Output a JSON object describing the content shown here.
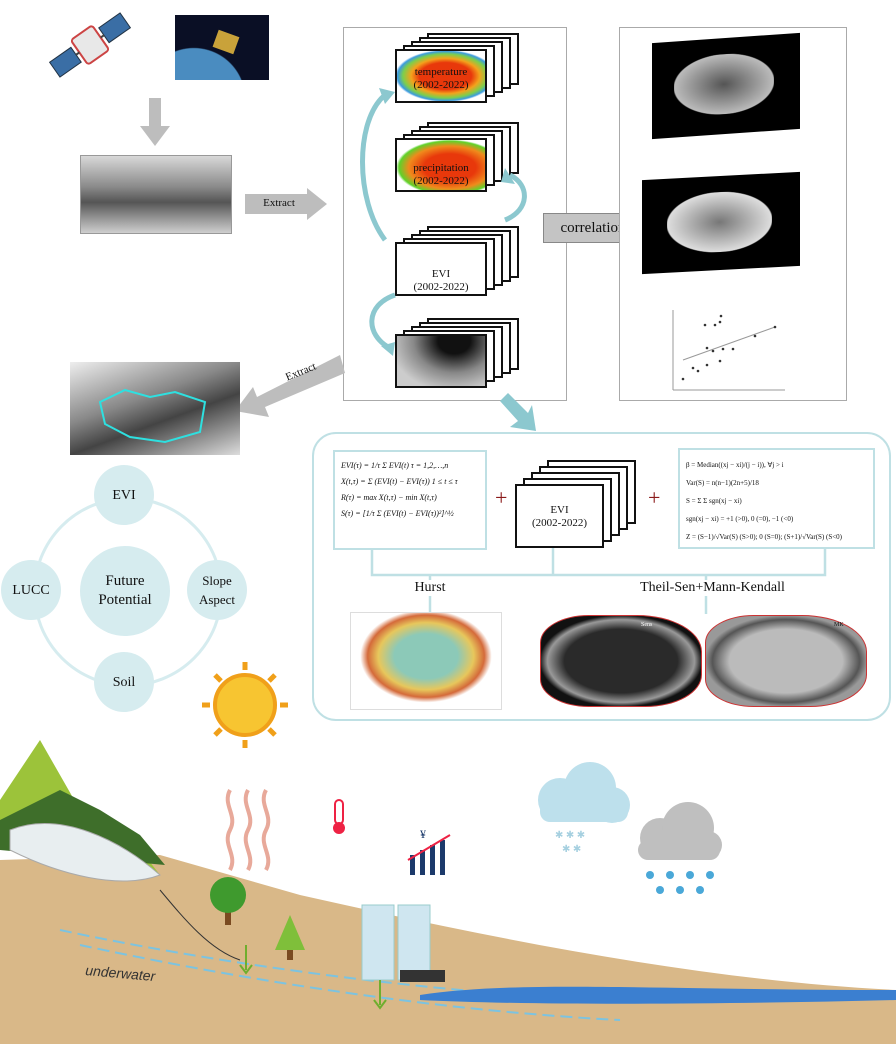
{
  "data_stack": {
    "temperature": {
      "name": "temperature",
      "years": "(2002-2022)"
    },
    "precipitation": {
      "name": "precipitation",
      "years": "(2002-2022)"
    },
    "evi": {
      "name": "EVI",
      "years": "(2002-2022)"
    }
  },
  "arrows": {
    "extract_top": "Extract",
    "extract_left": "Extract"
  },
  "correlation_label": "correlation",
  "factors": {
    "center": "Future Potential",
    "top": "EVI",
    "left": "LUCC",
    "right": "Slope Aspect",
    "bottom": "Soil"
  },
  "methods": {
    "evi_stack": {
      "name": "EVI",
      "years": "(2002-2022)"
    },
    "hurst_label": "Hurst",
    "trend_label": "Theil-Sen+Mann-Kendall",
    "sens_map_label": "Sens",
    "mk_map_label": "MK",
    "hurst_formulas": [
      "EVI(τ) = 1/τ Σ EVI(t)     τ = 1,2,…,n",
      "X(t,τ) = Σ (EVI(t) − EVI(τ))     1 ≤ t ≤ τ",
      "R(τ) = max X(t,τ) − min X(t,τ)",
      "S(τ) = [1/τ Σ (EVI(t) − EVI(τ))²]^½"
    ],
    "mk_formulas": [
      "β = Median((xj − xi)/(j − i)), ∀j > i",
      "Var(S) = n(n−1)(2n+5)/18",
      "S = Σ Σ sgn(xj − xi)",
      "sgn(xj − xi) = +1 (>0), 0 (=0), −1 (<0)",
      "Z = (S−1)/√Var(S) (S>0); 0 (S=0); (S+1)/√Var(S) (S<0)"
    ]
  },
  "landscape": {
    "underwater_label": "underwater",
    "currency_symbol": "¥"
  },
  "colors": {
    "accent": "#8cc8cf",
    "panel_border": "#bfe0e4",
    "factor_fill": "#d6ecef",
    "arrow_gray": "#bdbdbd"
  }
}
